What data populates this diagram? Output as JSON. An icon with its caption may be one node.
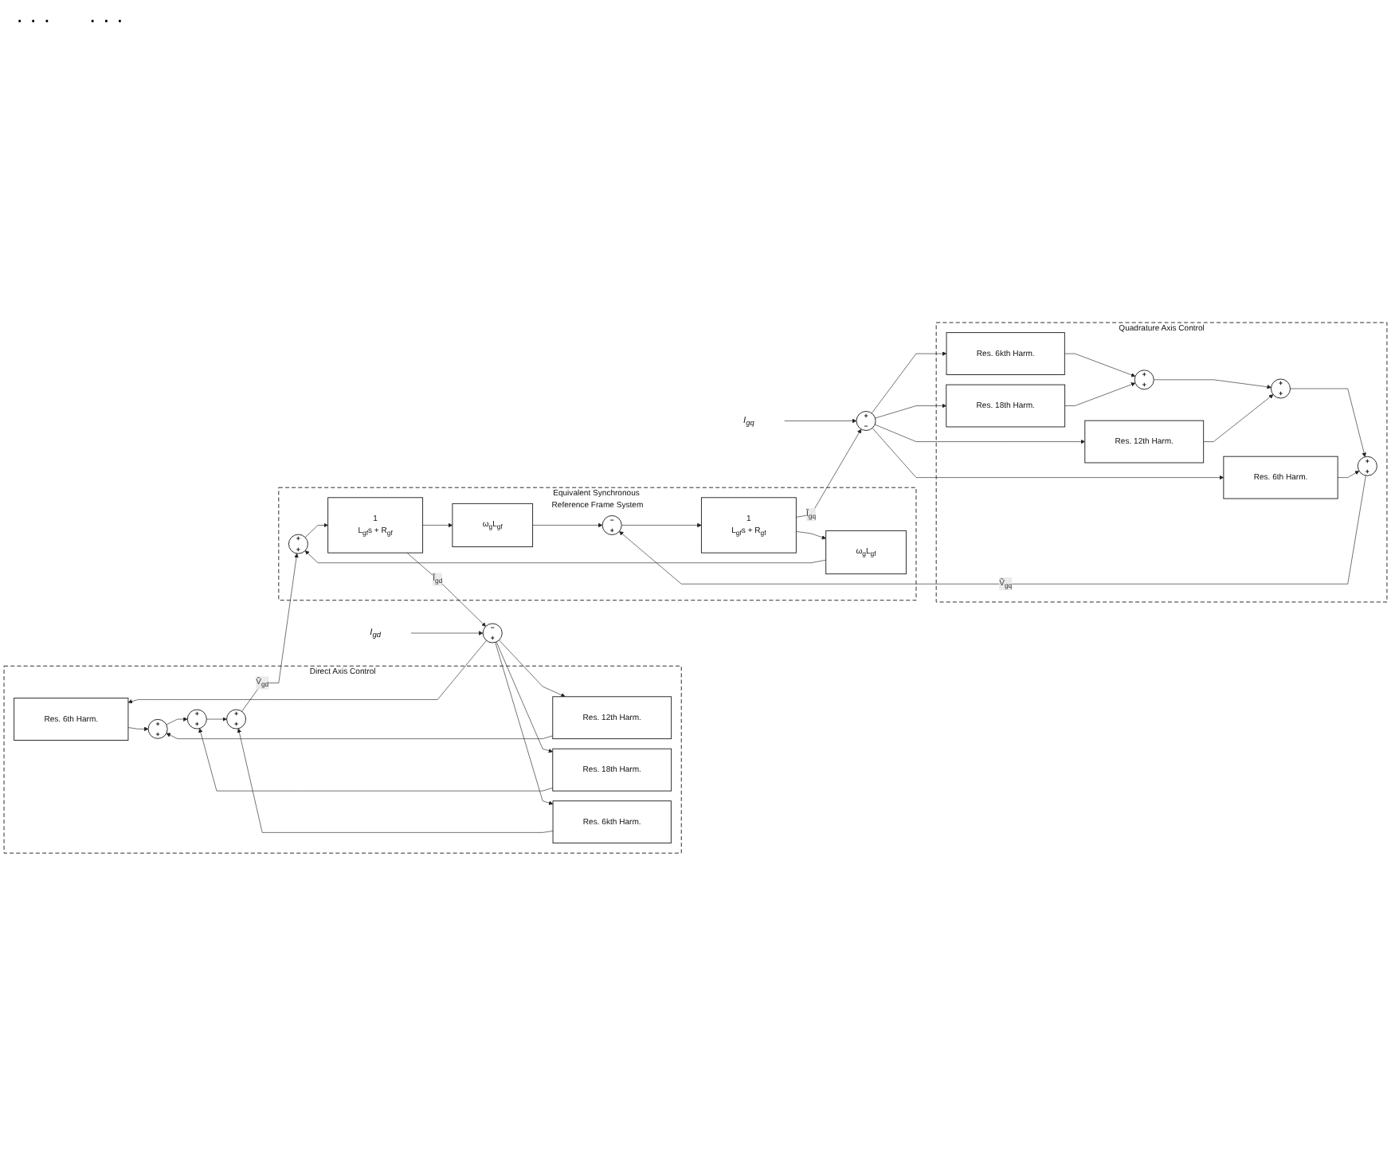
{
  "diagram": {
    "nodes": [
      {
        "text": [
          "Direct Axis Control"
        ]
      },
      {
        "text": [
          "Res. 6th Harm."
        ],
        "in": 0
      },
      {
        "text": [
          "Res. 12th Harm."
        ],
        "in": 0
      },
      {
        "text": [
          "Res. 18th Harm."
        ],
        "in": 0
      },
      {
        "text": [
          "Res. 6kth Harm."
        ],
        "in": 0
      },
      {
        "text": [
          "+",
          "+"
        ],
        "in": 0
      },
      {
        "text": [
          "+",
          "+"
        ],
        "in": 0
      },
      {
        "text": [
          "+",
          "+"
        ],
        "in": 0
      },
      {
        "text": [
          "I$_{gd}$"
        ]
      },
      {
        "text": [
          "−",
          "+"
        ]
      },
      {
        "text": [
          "Quadrature Axis Control"
        ]
      },
      {
        "text": [
          "Res. 6th Harm."
        ],
        "in": 10
      },
      {
        "text": [
          "Res. 12th Harm."
        ],
        "in": 10
      },
      {
        "text": [
          "Res. 18th Harm."
        ],
        "in": 10
      },
      {
        "text": [
          "Res. 6kth Harm."
        ],
        "in": 10
      },
      {
        "text": [
          "+",
          "+"
        ],
        "in": 10
      },
      {
        "text": [
          "+",
          "+"
        ],
        "in": 10
      },
      {
        "text": [
          "+",
          "+"
        ],
        "in": 10
      },
      {
        "text": [
          "I$_{gq}$"
        ]
      },
      {
        "text": [
          "+",
          "−"
        ]
      },
      {
        "text": [
          "Equivalent Synchronous Reference Frame System"
        ]
      },
      {
        "text": [
          "+",
          "+"
        ],
        "in": 20
      },
      {
        "text": [
          "1",
          "L$_{gf}$s + R$_{gf}$"
        ],
        "in": 20
      },
      {
        "text": [
          "ω$_{g}$L$_{gf}$"
        ],
        "in": 20
      },
      {
        "text": [
          "ω$_{g}$L$_{gf}$"
        ],
        "in": 20
      },
      {
        "text": [
          "−",
          "+"
        ],
        "in": 20
      },
      {
        "text": [
          "1",
          "L$_{gf}$s + R$_{gf}$"
        ],
        "in": 20
      }
    ],
    "edges": [
      {
        "from": 8,
        "to": 9,
        "arrow": "to"
      },
      {
        "from": 9,
        "to": 1,
        "arrow": "to"
      },
      {
        "from": 9,
        "to": 2,
        "arrow": "to"
      },
      {
        "from": 9,
        "to": 3,
        "arrow": "to"
      },
      {
        "from": 9,
        "to": 4,
        "arrow": "to"
      },
      {
        "from": 1,
        "to": 5,
        "arrow": "to"
      },
      {
        "from": 2,
        "to": 5,
        "arrow": "to"
      },
      {
        "from": 5,
        "to": 6,
        "arrow": "to"
      },
      {
        "from": 3,
        "to": 6,
        "arrow": "to"
      },
      {
        "from": 6,
        "to": 7,
        "arrow": "to"
      },
      {
        "from": 4,
        "to": 7,
        "arrow": "to"
      },
      {
        "from": 7,
        "to": 21,
        "arrow": "to",
        "label": "Ṽ$_{gd}$"
      },
      {
        "from": 21,
        "to": 22,
        "arrow": "to"
      },
      {
        "from": 22,
        "to": 9,
        "arrow": "to",
        "label": "Ĩ$_{gd}$"
      },
      {
        "from": 22,
        "to": 23,
        "arrow": "to"
      },
      {
        "from": 23,
        "to": 25,
        "arrow": "to"
      },
      {
        "from": 24,
        "to": 21,
        "arrow": "to"
      },
      {
        "from": 18,
        "to": 19,
        "arrow": "to"
      },
      {
        "from": 19,
        "to": 11,
        "arrow": "to"
      },
      {
        "from": 19,
        "to": 12,
        "arrow": "to"
      },
      {
        "from": 19,
        "to": 13,
        "arrow": "to"
      },
      {
        "from": 19,
        "to": 14,
        "arrow": "to"
      },
      {
        "from": 14,
        "to": 17,
        "arrow": "to"
      },
      {
        "from": 13,
        "to": 17,
        "arrow": "to"
      },
      {
        "from": 17,
        "to": 16,
        "arrow": "to"
      },
      {
        "from": 12,
        "to": 16,
        "arrow": "to"
      },
      {
        "from": 16,
        "to": 15,
        "arrow": "to"
      },
      {
        "from": 11,
        "to": 15,
        "arrow": "to"
      },
      {
        "from": 15,
        "to": 25,
        "arrow": "to",
        "label": "Ṽ$_{gq}$"
      },
      {
        "from": 25,
        "to": 26,
        "arrow": "to"
      },
      {
        "from": 26,
        "to": 19,
        "arrow": "to",
        "label": "Ĩ$_{gq}$"
      },
      {
        "from": 26,
        "to": 24,
        "arrow": "to"
      }
    ],
    "labels": [
      "· · ·",
      "· · ·"
    ]
  }
}
